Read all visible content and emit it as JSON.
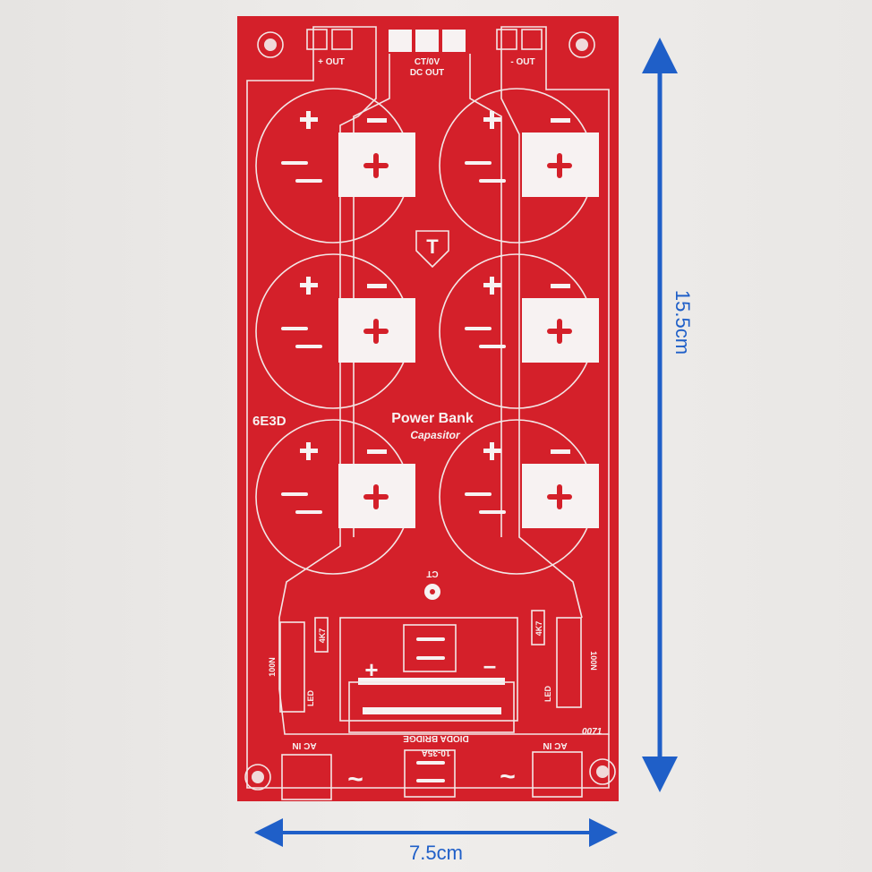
{
  "board": {
    "color": "#d4202a",
    "silkscreen_color": "#f7f2f2",
    "top_labels": {
      "plus_out": "+ OUT",
      "ct": "CT/0V",
      "dc_out": "DC OUT",
      "minus_out": "- OUT"
    },
    "brand_logo": "T",
    "model": "6E3D",
    "title": "Power Bank",
    "subtitle": "Capasitor",
    "ct_label": "CT",
    "resistor_label": "4K7",
    "capacitor_label": "100N",
    "led_label": "LED",
    "bridge_label": "DIODA BRIDGE",
    "bridge_rating": "10-35A",
    "ac_in_label": "AC IN",
    "ac_symbol": "~",
    "plus_symbol": "+",
    "minus_symbol": "–",
    "serial": "0071"
  },
  "dimensions": {
    "height": "15.5cm",
    "width": "7.5cm",
    "arrow_color": "#1f5fc8"
  }
}
